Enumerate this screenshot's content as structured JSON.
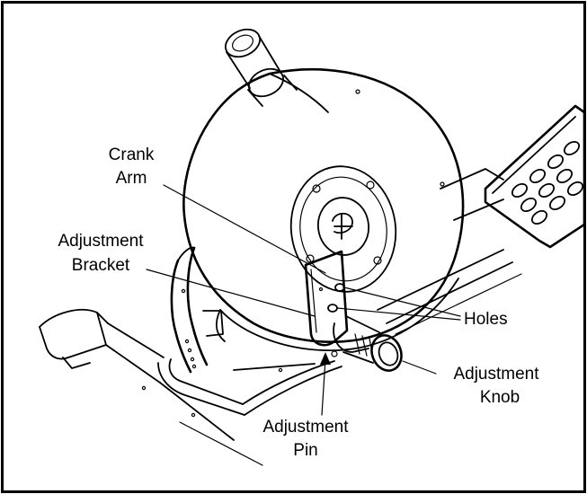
{
  "labels": {
    "crank_arm_1": "Crank",
    "crank_arm_2": "Arm",
    "bracket_1": "Adjustment",
    "bracket_2": "Bracket",
    "holes": "Holes",
    "knob_1": "Adjustment",
    "knob_2": "Knob",
    "pin_1": "Adjustment",
    "pin_2": "Pin"
  },
  "colors": {
    "ink": "#000000",
    "background": "#ffffff"
  }
}
